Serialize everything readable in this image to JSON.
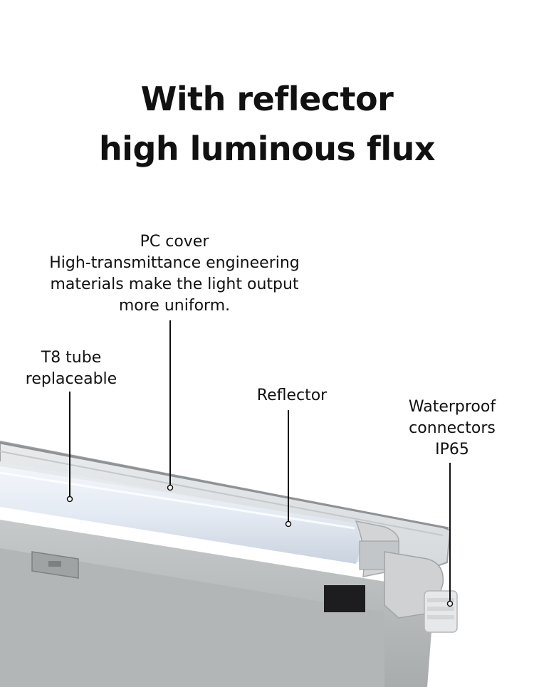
{
  "headline": {
    "line1": "With reflector",
    "line2": "high luminous flux"
  },
  "callouts": {
    "pc_cover": {
      "title": "PC  cover",
      "line2": "High-transmittance engineering",
      "line3": "materials make the light output",
      "line4": "more uniform."
    },
    "t8_tube": {
      "line1": "T8 tube",
      "line2": "replaceable"
    },
    "reflector": {
      "line1": "Reflector"
    },
    "waterproof": {
      "line1": "Waterproof",
      "line2": "connectors",
      "line3": "IP65"
    }
  },
  "colors": {
    "housing": "#b9bcbd",
    "tube": "#e6ebf3",
    "cover": "#dfe2e4",
    "leader_line": "#111111"
  }
}
